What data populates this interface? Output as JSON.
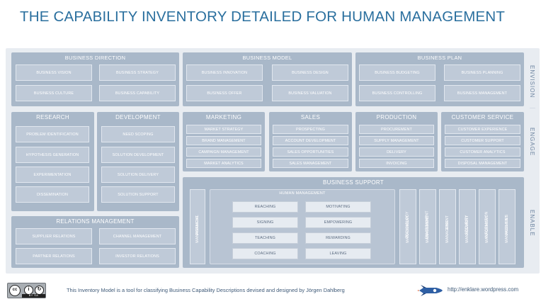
{
  "title": "THE CAPABILITY INVENTORY DETAILED FOR HUMAN MANAGEMENT",
  "sides": {
    "envision": "ENVISION",
    "engage": "ENGAGE",
    "enable": "ENABLE"
  },
  "direction": {
    "title": "BUSINESS DIRECTION",
    "items": [
      "BUSINESS VISION",
      "BUSINESS STRATEGY",
      "BUSINESS CULTURE",
      "BUSINESS CAPABILITY"
    ]
  },
  "model": {
    "title": "BUSINESS MODEL",
    "items": [
      "BUSINESS INNOVATION",
      "BUSINESS DESIGN",
      "BUSINESS OFFER",
      "BUSINESS VALUATION"
    ]
  },
  "plan": {
    "title": "BUSINESS PLAN",
    "items": [
      "BUSINESS BUDGETING",
      "BUSINESS PLANNING",
      "BUSINESS CONTROLLING",
      "BUSINESS MANAGEMENT"
    ]
  },
  "research": {
    "title": "RESEARCH",
    "items": [
      "PROBLEM IDENTIFICATION",
      "HYPOTHESIS GENERATION",
      "EXPERIMENTATION",
      "DISSEMINATION"
    ]
  },
  "development": {
    "title": "DEVELOPMENT",
    "items": [
      "NEED SCOPING",
      "SOLUTION DEVELOPMENT",
      "SOLUTION DELIVERY",
      "SOLUTION SUPPORT"
    ]
  },
  "marketing": {
    "title": "MARKETING",
    "items": [
      "MARKET STRATEGY",
      "BRAND MANAGEMENT",
      "CAMPAIGN MANAGEMENT",
      "MARKET ANALYTICS"
    ]
  },
  "sales": {
    "title": "SALES",
    "items": [
      "PROSPECTING",
      "ACCOUNT DEVELOPMENT",
      "SALES OPPORTUNITIES",
      "SALES MANAGEMENT"
    ]
  },
  "production": {
    "title": "PRODUCTION",
    "items": [
      "PROCUREMENT",
      "SUPPLY MANAGEMENT",
      "DELIVERY",
      "INVOICING"
    ]
  },
  "service": {
    "title": "CUSTOMER SERVICE",
    "items": [
      "CUSTOMER EXPERIENCE",
      "CUSTOMER SUPPORT",
      "CUSTOMER ANALYTICS",
      "DISPOSAL MANAGEMENT"
    ]
  },
  "relations": {
    "title": "RELATIONS MANAGEMENT",
    "items": [
      "SUPPLIER RELATIONS",
      "CHANNEL MANAGEMENT",
      "PARTNER RELATIONS",
      "INVESTOR RELATIONS"
    ]
  },
  "support": {
    "title": "BUSINESS SUPPORT",
    "financial": [
      "FINANCIAL",
      "MANAGEMENT"
    ],
    "human_title": "HUMAN MANAGEMENT",
    "human_items": [
      "REACHING",
      "MOTIVATING",
      "SIGNING",
      "EMPOWERING",
      "TEACHING",
      "REWARDING",
      "COACHING",
      "LEAVING"
    ],
    "verticals": [
      [
        "TECHNOLOGY",
        "MANAGEMENT"
      ],
      [
        "ENVIRONMENT",
        "MANAGEMENT"
      ],
      [
        "RISK",
        "MANAGEMENT"
      ],
      [
        "SECURITY",
        "MANAGEMENT"
      ],
      [
        "INFORMATION",
        "MANAGEMENT"
      ],
      [
        "FACILITIES",
        "MANAGEMENT"
      ]
    ]
  },
  "footer": {
    "text": "This Inventory Model is a tool for classifying Business Capability Descriptions devised and designed by Jörgen Dahlberg",
    "url": "http://enklare.wordpress.com",
    "license_cc": "cc",
    "license_by": "i",
    "license_sa": "↻",
    "license_label": "BY   SA"
  }
}
